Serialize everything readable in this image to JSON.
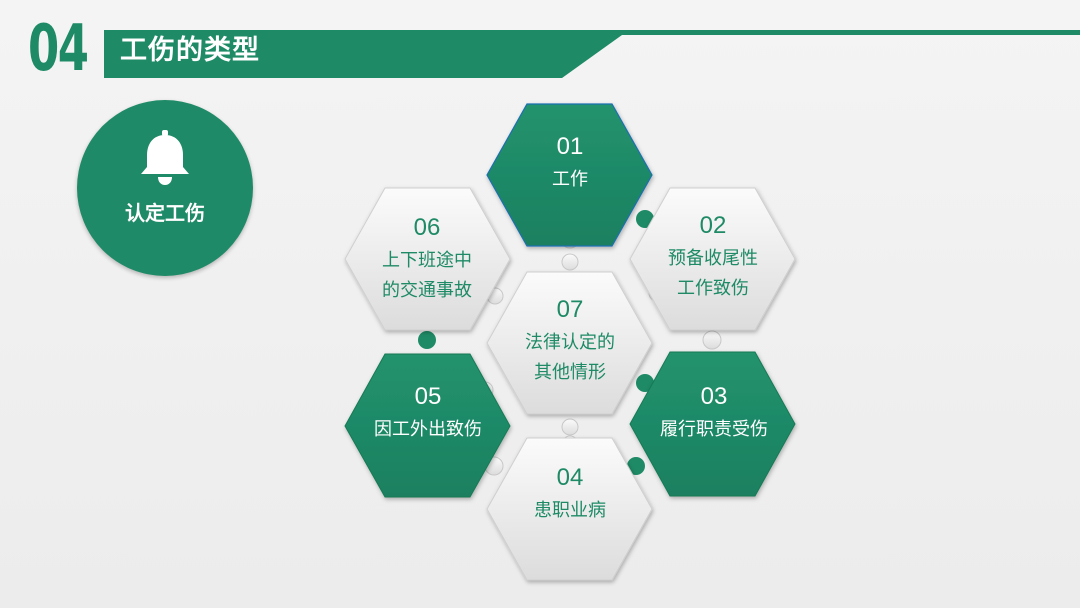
{
  "header": {
    "section_number": "04",
    "title": "工伤的类型"
  },
  "badge": {
    "label": "认定工伤",
    "icon": "bell-icon"
  },
  "colors": {
    "accent": "#1e8a66",
    "hex_white": "#f4f4f4",
    "background": "#f0f0f0"
  },
  "items": [
    {
      "num": "01",
      "lines": [
        "工作"
      ],
      "style": "green"
    },
    {
      "num": "02",
      "lines": [
        "预备收尾性",
        "工作致伤"
      ],
      "style": "white"
    },
    {
      "num": "03",
      "lines": [
        "履行职责受伤"
      ],
      "style": "green"
    },
    {
      "num": "04",
      "lines": [
        "患职业病"
      ],
      "style": "white"
    },
    {
      "num": "05",
      "lines": [
        "因工外出致伤"
      ],
      "style": "green"
    },
    {
      "num": "06",
      "lines": [
        "上下班途中",
        "的交通事故"
      ],
      "style": "white"
    },
    {
      "num": "07",
      "lines": [
        "法律认定的",
        "其他情形"
      ],
      "style": "white"
    }
  ]
}
